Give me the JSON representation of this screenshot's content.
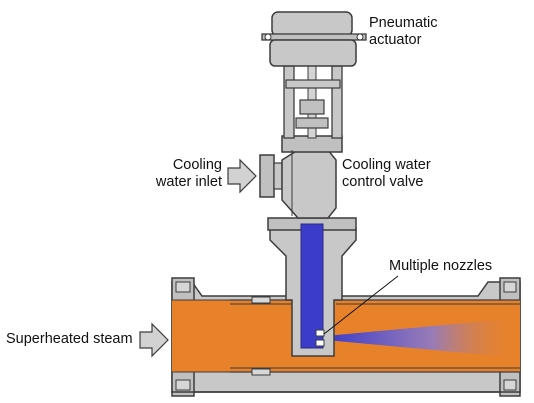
{
  "labels": {
    "pneumatic_actuator": [
      "Pneumatic",
      "actuator"
    ],
    "cooling_water_inlet": [
      "Cooling",
      "water inlet"
    ],
    "cooling_water_control_valve": [
      "Cooling water",
      "control valve"
    ],
    "multiple_nozzles": "Multiple nozzles",
    "superheated_steam": "Superheated steam"
  },
  "colors": {
    "metal": "#c8c8c8",
    "metal_dark": "#a6a6a6",
    "outline": "#3c3c3c",
    "steam": "#e8822a",
    "water": "#3c3ccb",
    "arrow": "#d2d2d2"
  }
}
